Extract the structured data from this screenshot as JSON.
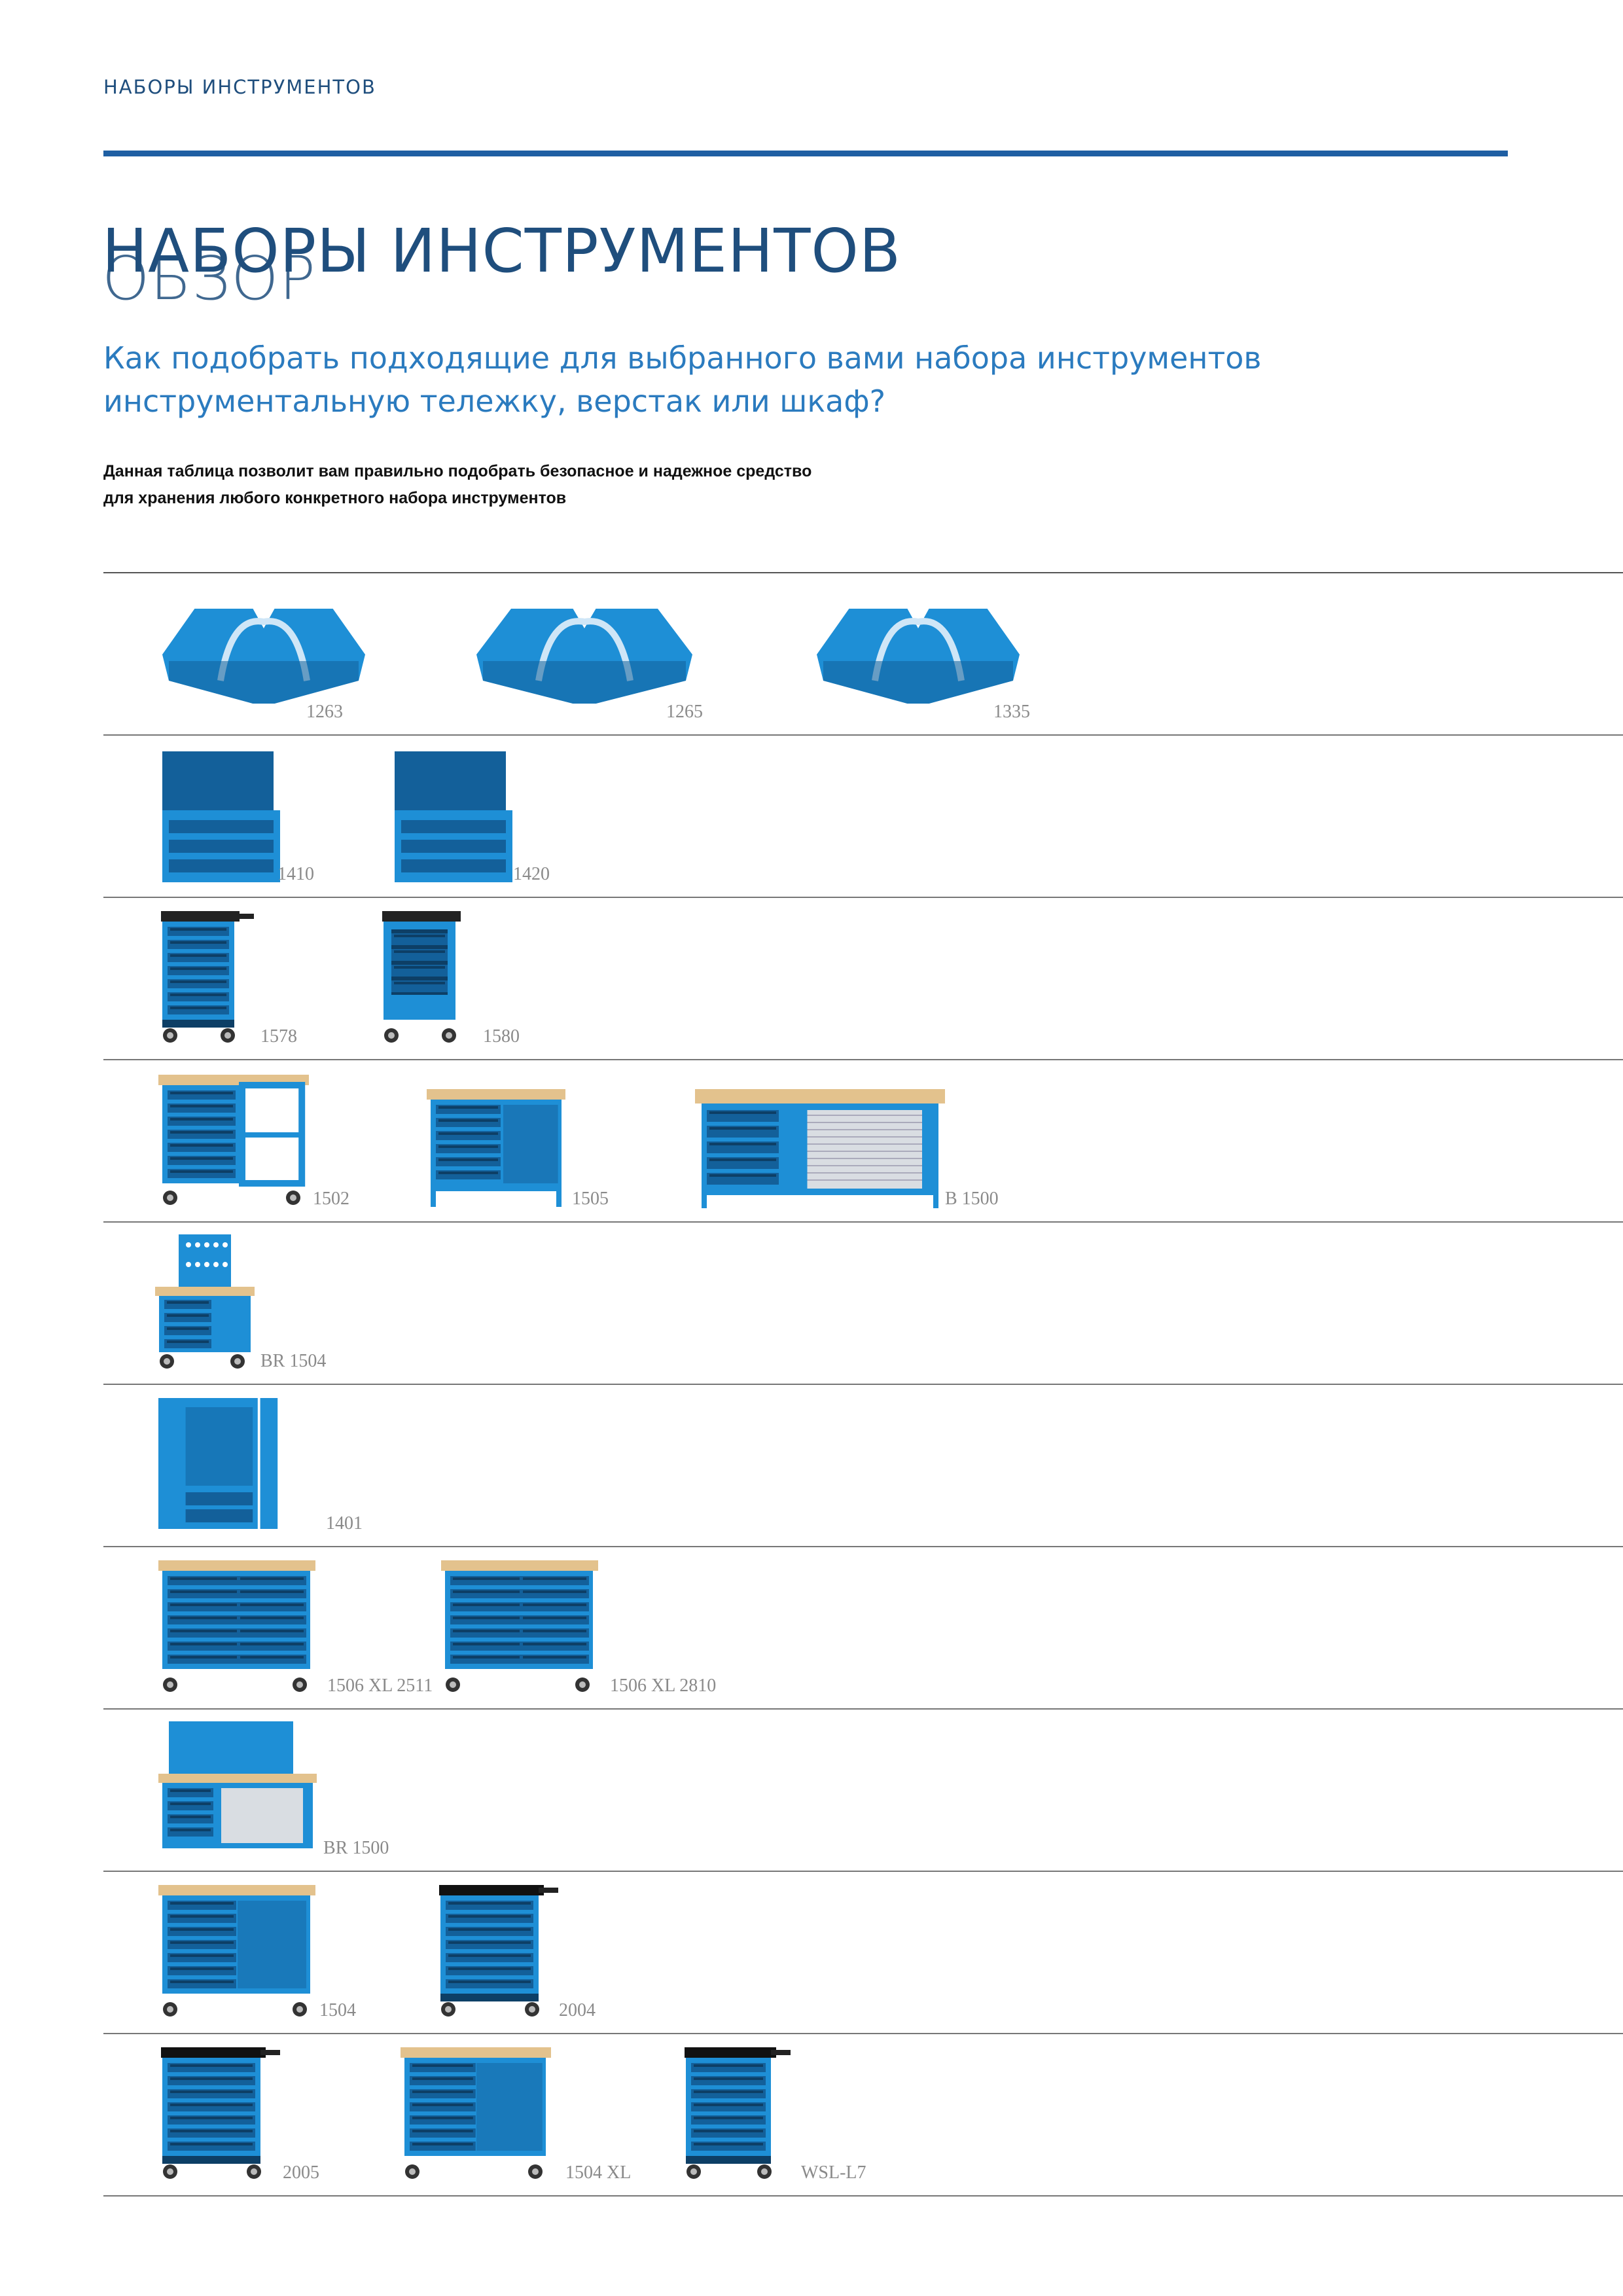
{
  "header": {
    "breadcrumb": "НАБОРЫ ИНСТРУМЕНТОВ",
    "title": "НАБОРЫ ИНСТРУМЕНТОВ",
    "subtitle": "ОБЗОР",
    "question": "Как подобрать подходящие для выбранного вами набора инструментов инструментальную тележку, верстак или шкаф?",
    "description": "Данная таблица позволит вам правильно подобрать безопасное и надежное средство для хранения любого конкретного набора инструментов"
  },
  "colors": {
    "brand_blue": "#1f5fa3",
    "product_blue": "#1e8fd6",
    "title_navy": "#1f4e7d",
    "question_blue": "#2b7bbf",
    "worktop_wood": "#e3c28d"
  },
  "rows": [
    {
      "items": [
        {
          "code": "1263",
          "type": "cantilever-box",
          "icon": "cantilever-toolbox-icon"
        },
        {
          "code": "1265",
          "type": "cantilever-box",
          "icon": "cantilever-toolbox-icon"
        },
        {
          "code": "1335",
          "type": "cantilever-box",
          "icon": "cantilever-toolbox-icon"
        }
      ]
    },
    {
      "items": [
        {
          "code": "1410",
          "type": "chest",
          "icon": "tool-chest-icon"
        },
        {
          "code": "1420",
          "type": "chest",
          "icon": "tool-chest-icon"
        }
      ]
    },
    {
      "items": [
        {
          "code": "1578",
          "type": "trolley",
          "icon": "tool-trolley-icon"
        },
        {
          "code": "1580",
          "type": "trolley-open",
          "icon": "open-trolley-icon"
        }
      ]
    },
    {
      "items": [
        {
          "code": "1502",
          "type": "workbench-wheels-shelf",
          "icon": "mobile-workbench-icon"
        },
        {
          "code": "1505",
          "type": "workbench-cabinet",
          "icon": "workbench-icon"
        },
        {
          "code": "B 1500",
          "type": "workbench-large",
          "icon": "large-workbench-icon"
        }
      ]
    },
    {
      "items": [
        {
          "code": "BR 1504",
          "type": "workbench-panel",
          "icon": "workbench-tool-board-icon"
        }
      ]
    },
    {
      "items": [
        {
          "code": "1401",
          "type": "cabinet",
          "icon": "tool-cabinet-icon"
        }
      ]
    },
    {
      "items": [
        {
          "code": "1506 XL 2511",
          "type": "workbench-double",
          "icon": "double-workbench-icon"
        },
        {
          "code": "1506 XL 2810",
          "type": "workbench-double",
          "icon": "double-workbench-icon"
        }
      ]
    },
    {
      "items": [
        {
          "code": "BR 1500",
          "type": "workbench-panel-shutter",
          "icon": "workbench-shutter-icon"
        }
      ]
    },
    {
      "items": [
        {
          "code": "1504",
          "type": "workbench-wheels",
          "icon": "mobile-workbench-icon"
        },
        {
          "code": "2004",
          "type": "trolley-dark",
          "icon": "tool-trolley-icon"
        }
      ]
    },
    {
      "items": [
        {
          "code": "2005",
          "type": "trolley-dark",
          "icon": "tool-trolley-icon"
        },
        {
          "code": "1504 XL",
          "type": "workbench-wheels",
          "icon": "mobile-workbench-icon"
        },
        {
          "code": "WSL-L7",
          "type": "trolley-dark-small",
          "icon": "tool-trolley-icon"
        }
      ]
    }
  ]
}
